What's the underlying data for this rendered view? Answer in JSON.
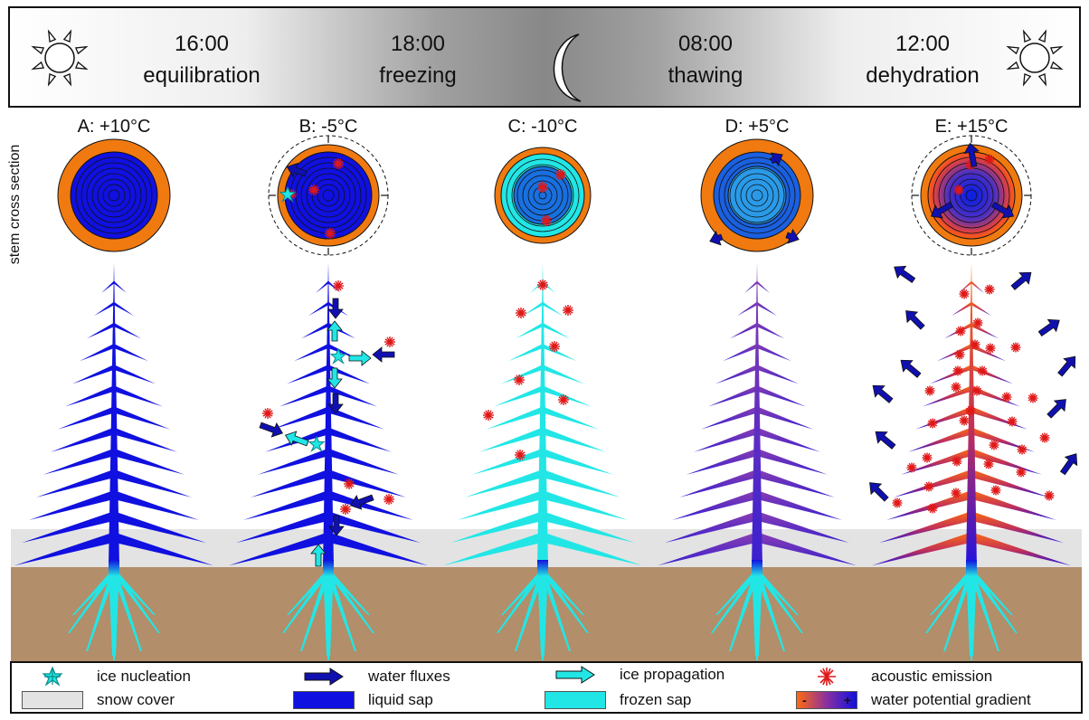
{
  "timeline": {
    "stages": [
      {
        "time": "16:00",
        "phase": "equilibration"
      },
      {
        "time": "18:00",
        "phase": "freezing"
      },
      {
        "time": "08:00",
        "phase": "thawing"
      },
      {
        "time": "12:00",
        "phase": "dehydration"
      }
    ]
  },
  "side_label": "stem cross section",
  "panels": [
    {
      "label": "A: +10°C"
    },
    {
      "label": "B: -5°C"
    },
    {
      "label": "C: -10°C"
    },
    {
      "label": "D: +5°C"
    },
    {
      "label": "E: +15°C"
    }
  ],
  "legend": {
    "ice_nucleation": "ice nucleation",
    "water_fluxes": "water fluxes",
    "ice_propagation": "ice propagation",
    "acoustic_emission": "acoustic emission",
    "snow_cover": "snow cover",
    "liquid_sap": "liquid sap",
    "frozen_sap": "frozen sap",
    "water_potential_gradient": "water potential gradient",
    "gradient_minus": "-",
    "gradient_plus": "+"
  },
  "colors": {
    "liquid_sap": "#1010e0",
    "frozen_sap": "#22e6e6",
    "bark": "#f07a10",
    "snow": "#e3e3e3",
    "soil": "#b28e6a",
    "acoustic": "#e01818",
    "thaw_purple": "#7030b0"
  }
}
